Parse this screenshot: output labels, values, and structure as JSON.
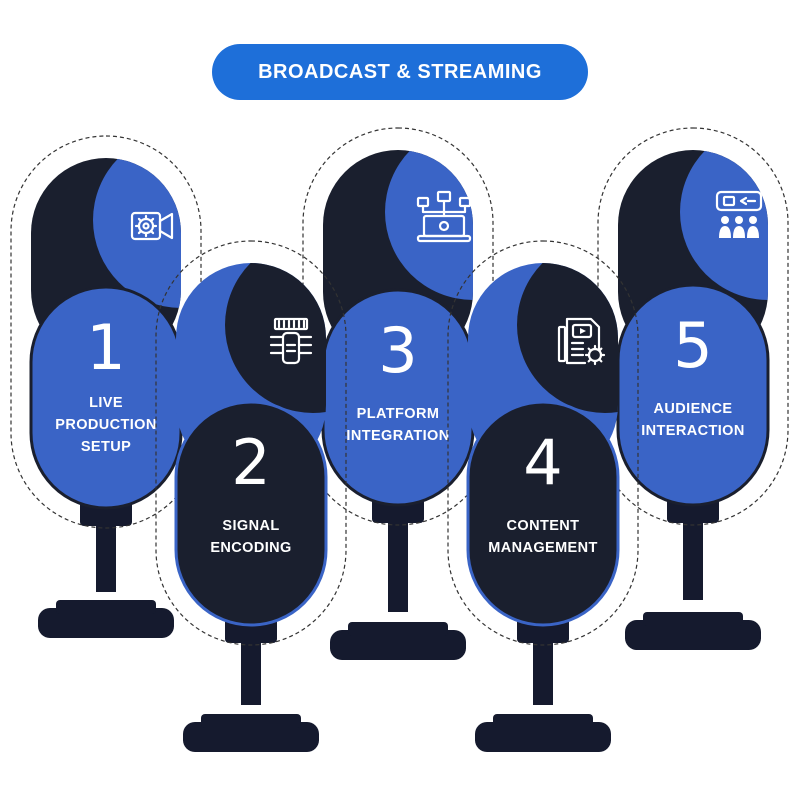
{
  "title": "BROADCAST & STREAMING",
  "colors": {
    "blue": "#3a64c6",
    "navy": "#1a1f2e",
    "pill": "#1e6fd9",
    "stand": "#151a2e",
    "stand_shadow": "#0d1120"
  },
  "steps": [
    {
      "number": "1",
      "label_lines": [
        "LIVE",
        "PRODUCTION",
        "SETUP"
      ],
      "icon": "camera-gear-icon"
    },
    {
      "number": "2",
      "label_lines": [
        "SIGNAL",
        "ENCODING"
      ],
      "icon": "signal-encoder-icon"
    },
    {
      "number": "3",
      "label_lines": [
        "PLATFORM",
        "INTEGRATION"
      ],
      "icon": "network-laptop-icon"
    },
    {
      "number": "4",
      "label_lines": [
        "CONTENT",
        "MANAGEMENT"
      ],
      "icon": "document-video-gear-icon"
    },
    {
      "number": "5",
      "label_lines": [
        "AUDIENCE",
        "INTERACTION"
      ],
      "icon": "audience-chat-icon"
    }
  ]
}
